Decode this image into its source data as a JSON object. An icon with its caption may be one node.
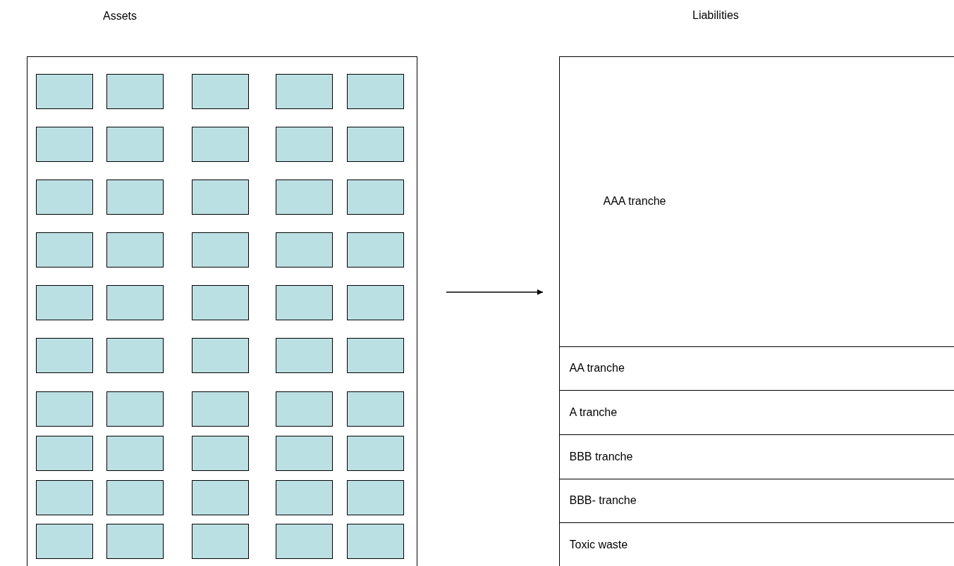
{
  "diagram": {
    "nodes": [
      {
        "text": [
          "Assets"
        ]
      },
      {
        "text": [],
        "shape": "box",
        "in": 0
      },
      {
        "text": [],
        "shape": "box",
        "in": 0
      },
      {
        "text": [],
        "shape": "box",
        "in": 0
      },
      {
        "text": [],
        "shape": "box",
        "in": 0
      },
      {
        "text": [],
        "shape": "box",
        "in": 0
      },
      {
        "text": [],
        "shape": "box",
        "in": 0
      },
      {
        "text": [],
        "shape": "box",
        "in": 0
      },
      {
        "text": [],
        "shape": "box",
        "in": 0
      },
      {
        "text": [],
        "shape": "box",
        "in": 0
      },
      {
        "text": [],
        "shape": "box",
        "in": 0
      },
      {
        "text": [],
        "shape": "box",
        "in": 0
      },
      {
        "text": [],
        "shape": "box",
        "in": 0
      },
      {
        "text": [],
        "shape": "box",
        "in": 0
      },
      {
        "text": [],
        "shape": "box",
        "in": 0
      },
      {
        "text": [],
        "shape": "box",
        "in": 0
      },
      {
        "text": [],
        "shape": "box",
        "in": 0
      },
      {
        "text": [],
        "shape": "box",
        "in": 0
      },
      {
        "text": [],
        "shape": "box",
        "in": 0
      },
      {
        "text": [],
        "shape": "box",
        "in": 0
      },
      {
        "text": [],
        "shape": "box",
        "in": 0
      },
      {
        "text": [],
        "shape": "box",
        "in": 0
      },
      {
        "text": [],
        "shape": "box",
        "in": 0
      },
      {
        "text": [],
        "shape": "box",
        "in": 0
      },
      {
        "text": [],
        "shape": "box",
        "in": 0
      },
      {
        "text": [],
        "shape": "box",
        "in": 0
      },
      {
        "text": [],
        "shape": "box",
        "in": 0
      },
      {
        "text": [],
        "shape": "box",
        "in": 0
      },
      {
        "text": [],
        "shape": "box",
        "in": 0
      },
      {
        "text": [],
        "shape": "box",
        "in": 0
      },
      {
        "text": [],
        "shape": "box",
        "in": 0
      },
      {
        "text": [],
        "shape": "box",
        "in": 0
      },
      {
        "text": [],
        "shape": "box",
        "in": 0
      },
      {
        "text": [],
        "shape": "box",
        "in": 0
      },
      {
        "text": [],
        "shape": "box",
        "in": 0
      },
      {
        "text": [],
        "shape": "box",
        "in": 0
      },
      {
        "text": [],
        "shape": "box",
        "in": 0
      },
      {
        "text": [],
        "shape": "box",
        "in": 0
      },
      {
        "text": [],
        "shape": "box",
        "in": 0
      },
      {
        "text": [],
        "shape": "box",
        "in": 0
      },
      {
        "text": [],
        "shape": "box",
        "in": 0
      },
      {
        "text": [],
        "shape": "box",
        "in": 0
      },
      {
        "text": [],
        "shape": "box",
        "in": 0
      },
      {
        "text": [],
        "shape": "box",
        "in": 0
      },
      {
        "text": [],
        "shape": "box",
        "in": 0
      },
      {
        "text": [],
        "shape": "box",
        "in": 0
      },
      {
        "text": [],
        "shape": "box",
        "in": 0
      },
      {
        "text": [],
        "shape": "box",
        "in": 0
      },
      {
        "text": [],
        "shape": "box",
        "in": 0
      },
      {
        "text": [],
        "shape": "box",
        "in": 0
      },
      {
        "text": [],
        "shape": "box",
        "in": 0
      },
      {
        "text": [],
        "shape": "box"
      },
      {
        "text": [
          "AAA tranche"
        ],
        "in": 51
      },
      {
        "text": [
          "AA tranche"
        ],
        "in": 51
      },
      {
        "text": [
          "A tranche"
        ],
        "in": 51
      },
      {
        "text": [
          "BBB tranche"
        ],
        "in": 51
      },
      {
        "text": [
          "BBB- tranche"
        ],
        "in": 51
      },
      {
        "text": [
          "Toxic waste"
        ],
        "in": 51
      }
    ],
    "edges": [
      {
        "from": 0,
        "to": 51,
        "arrow": "to"
      }
    ],
    "labels": [
      "Liabilities"
    ]
  }
}
